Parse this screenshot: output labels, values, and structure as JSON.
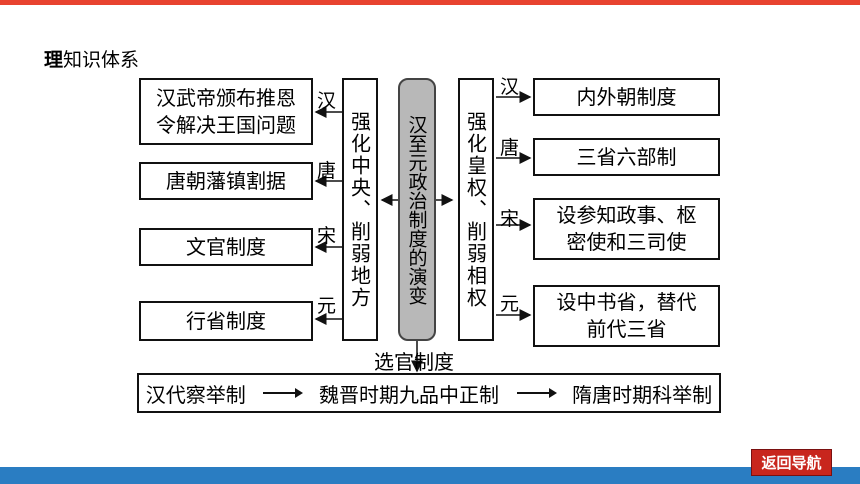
{
  "title_first": "理",
  "title_rest": "知识体系",
  "center_label": "汉至元政治制度的演变",
  "left_column_label": "强化中央、削弱地方",
  "right_column_label": "强化皇权、削弱相权",
  "left_items": [
    {
      "dynasty": "汉",
      "text": "汉武帝颁布推恩令解决王国问题"
    },
    {
      "dynasty": "唐",
      "text": "唐朝藩镇割据"
    },
    {
      "dynasty": "宋",
      "text": "文官制度"
    },
    {
      "dynasty": "元",
      "text": "行省制度"
    }
  ],
  "right_items": [
    {
      "dynasty": "汉",
      "text": "内外朝制度"
    },
    {
      "dynasty": "唐",
      "text": "三省六部制"
    },
    {
      "dynasty": "宋",
      "text": "设参知政事、枢密使和三司使"
    },
    {
      "dynasty": "元",
      "text": "设中书省，替代前代三省"
    }
  ],
  "selection_label": "选官制度",
  "selection_flow": [
    "汉代察举制",
    "魏晋时期九品中正制",
    "隋唐时期科举制"
  ],
  "nav_button": "返回导航",
  "colors": {
    "top_bar": "#e8432f",
    "bottom_bar": "#2a7dc2",
    "nav_button": "#c8261d",
    "center_fill": "#b8b8b8"
  }
}
